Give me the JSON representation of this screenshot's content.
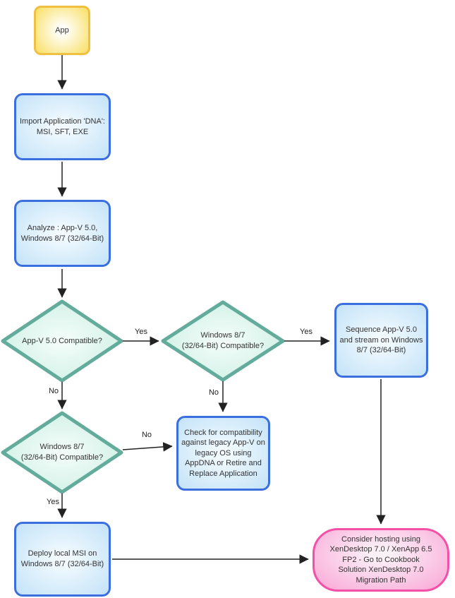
{
  "diagram": {
    "nodes": {
      "app": {
        "label": "App"
      },
      "import_dna": {
        "label": "Import Application 'DNA':\nMSI, SFT, EXE"
      },
      "analyze": {
        "label": "Analyze : App-V 5.0,\nWindows 8/7 (32/64-Bit)"
      },
      "appv_compatible": {
        "label": "App-V 5.0 Compatible?"
      },
      "win87_compatible_mid": {
        "label": "Windows 8/7\n(32/64-Bit) Compatible?"
      },
      "sequence_appv": {
        "label": "Sequence App-V 5.0\nand stream on Windows\n8/7 (32/64-Bit)"
      },
      "win87_compatible_low": {
        "label": "Windows 8/7\n(32/64-Bit) Compatible?"
      },
      "check_compat": {
        "label": "Check for compatibility\nagainst legacy App-V on\nlegacy OS using\nAppDNA or Retire and\nReplace Application"
      },
      "deploy_msi": {
        "label": "Deploy local MSI on\nWindows 8/7 (32/64-Bit)"
      },
      "consider_hosting": {
        "label": "Consider hosting using\nXenDesktop 7.0 / XenApp 6.5\nFP2 - Go to Cookbook\nSolution XenDesktop 7.0\nMigration Path"
      }
    },
    "edge_labels": {
      "yes_d1_to_d2": "Yes",
      "yes_d2_to_seq": "Yes",
      "no_d1_to_d3": "No",
      "no_d2_to_check": "No",
      "no_d3_to_check": "No",
      "yes_d3_to_deploy": "Yes"
    },
    "colors": {
      "yellow_border": "#F0C043",
      "yellow_fill_center": "#FFFEF6",
      "yellow_fill_edge": "#F9E06A",
      "blue_border": "#3B6FE0",
      "blue_fill_center": "#F2FAFF",
      "blue_fill_edge": "#C6E4F8",
      "teal_border": "#63AC9C",
      "teal_fill_center": "#F1FCF8",
      "teal_fill_edge": "#C9EEE2",
      "pink_border": "#F450A8",
      "pink_fill_center": "#FDF1F8",
      "pink_fill_edge": "#F9A9D7",
      "arrow": "#222222",
      "text": "#333333"
    }
  }
}
